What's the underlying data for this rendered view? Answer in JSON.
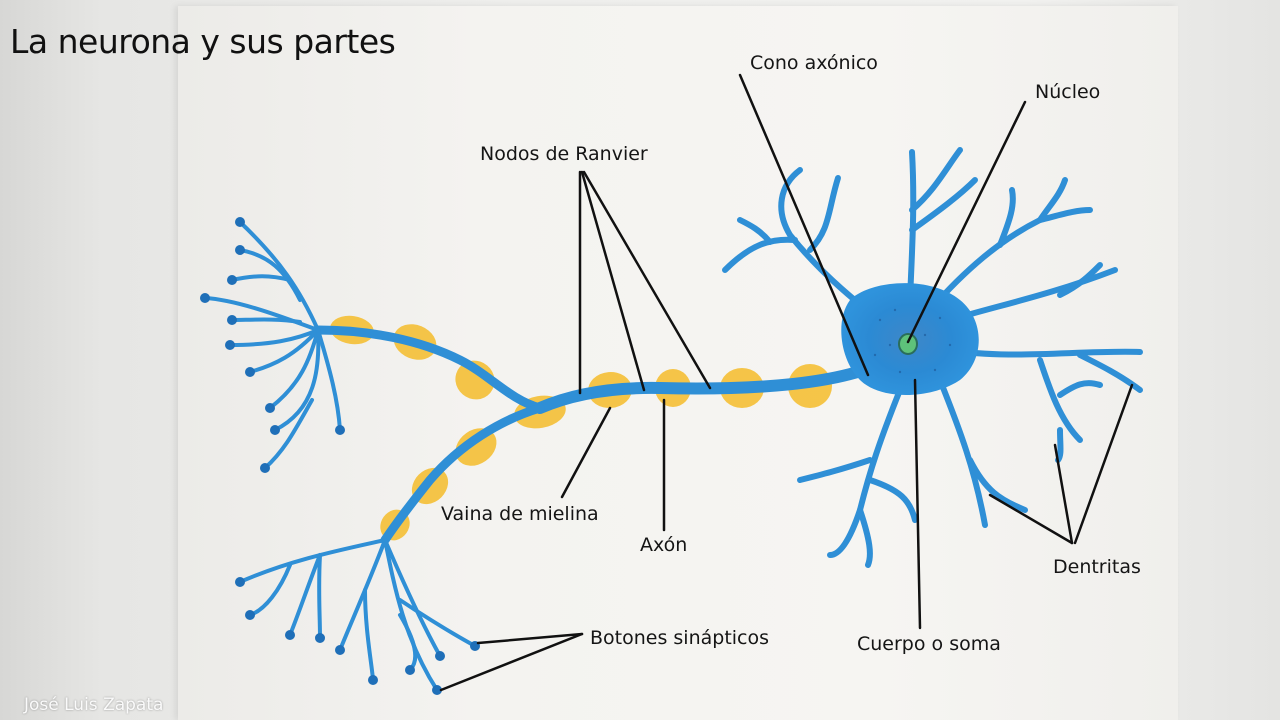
{
  "title": "La neurona y sus partes",
  "credit": "José Luis Zapata",
  "colors": {
    "neuron": "#2f8fd6",
    "neuron_dark": "#1f6fb8",
    "myelin": "#f5c13a",
    "nucleus": "#5ec27a",
    "leader": "#111111"
  },
  "labels": {
    "cono_axonico": "Cono axónico",
    "nucleo": "Núcleo",
    "nodos_ranvier": "Nodos de Ranvier",
    "vaina_mielina": "Vaina de mielina",
    "axon": "Axón",
    "dentritas": "Dentritas",
    "botones_sinapticos": "Botones sinápticos",
    "cuerpo_soma": "Cuerpo o soma"
  }
}
